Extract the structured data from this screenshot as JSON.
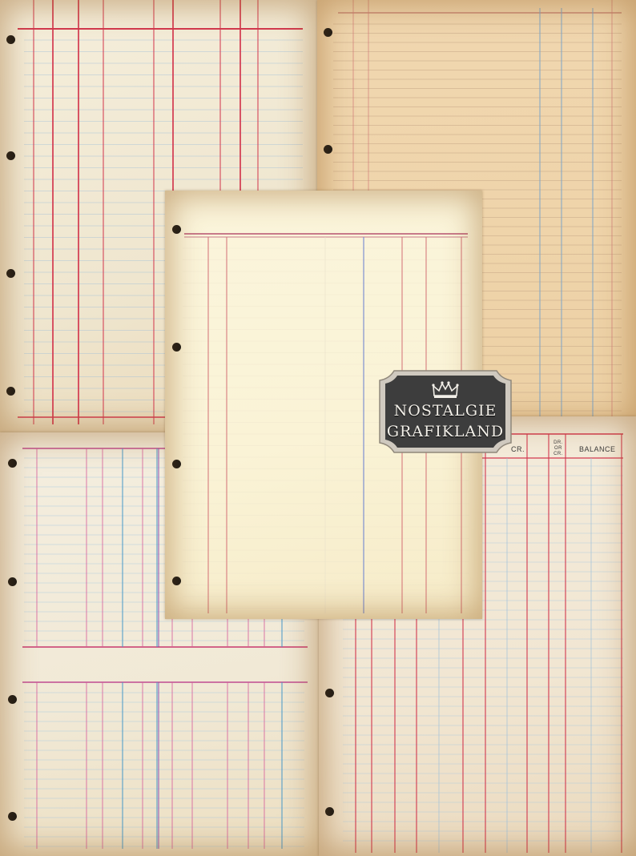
{
  "logo": {
    "line1": "NOSTALGIE",
    "line2": "GRAFIKLAND"
  },
  "ledger": {
    "col_cr": "CR.",
    "col_dr1": "DR.",
    "col_dr2": "OR",
    "col_dr3": "CR.",
    "col_balance": "BALANCE"
  },
  "icons": {
    "crown": "crown-icon"
  },
  "colors": {
    "red_rule": "#d2384f",
    "blue_rule": "#7fa6c8",
    "logo_bg": "#3d3d3d"
  }
}
